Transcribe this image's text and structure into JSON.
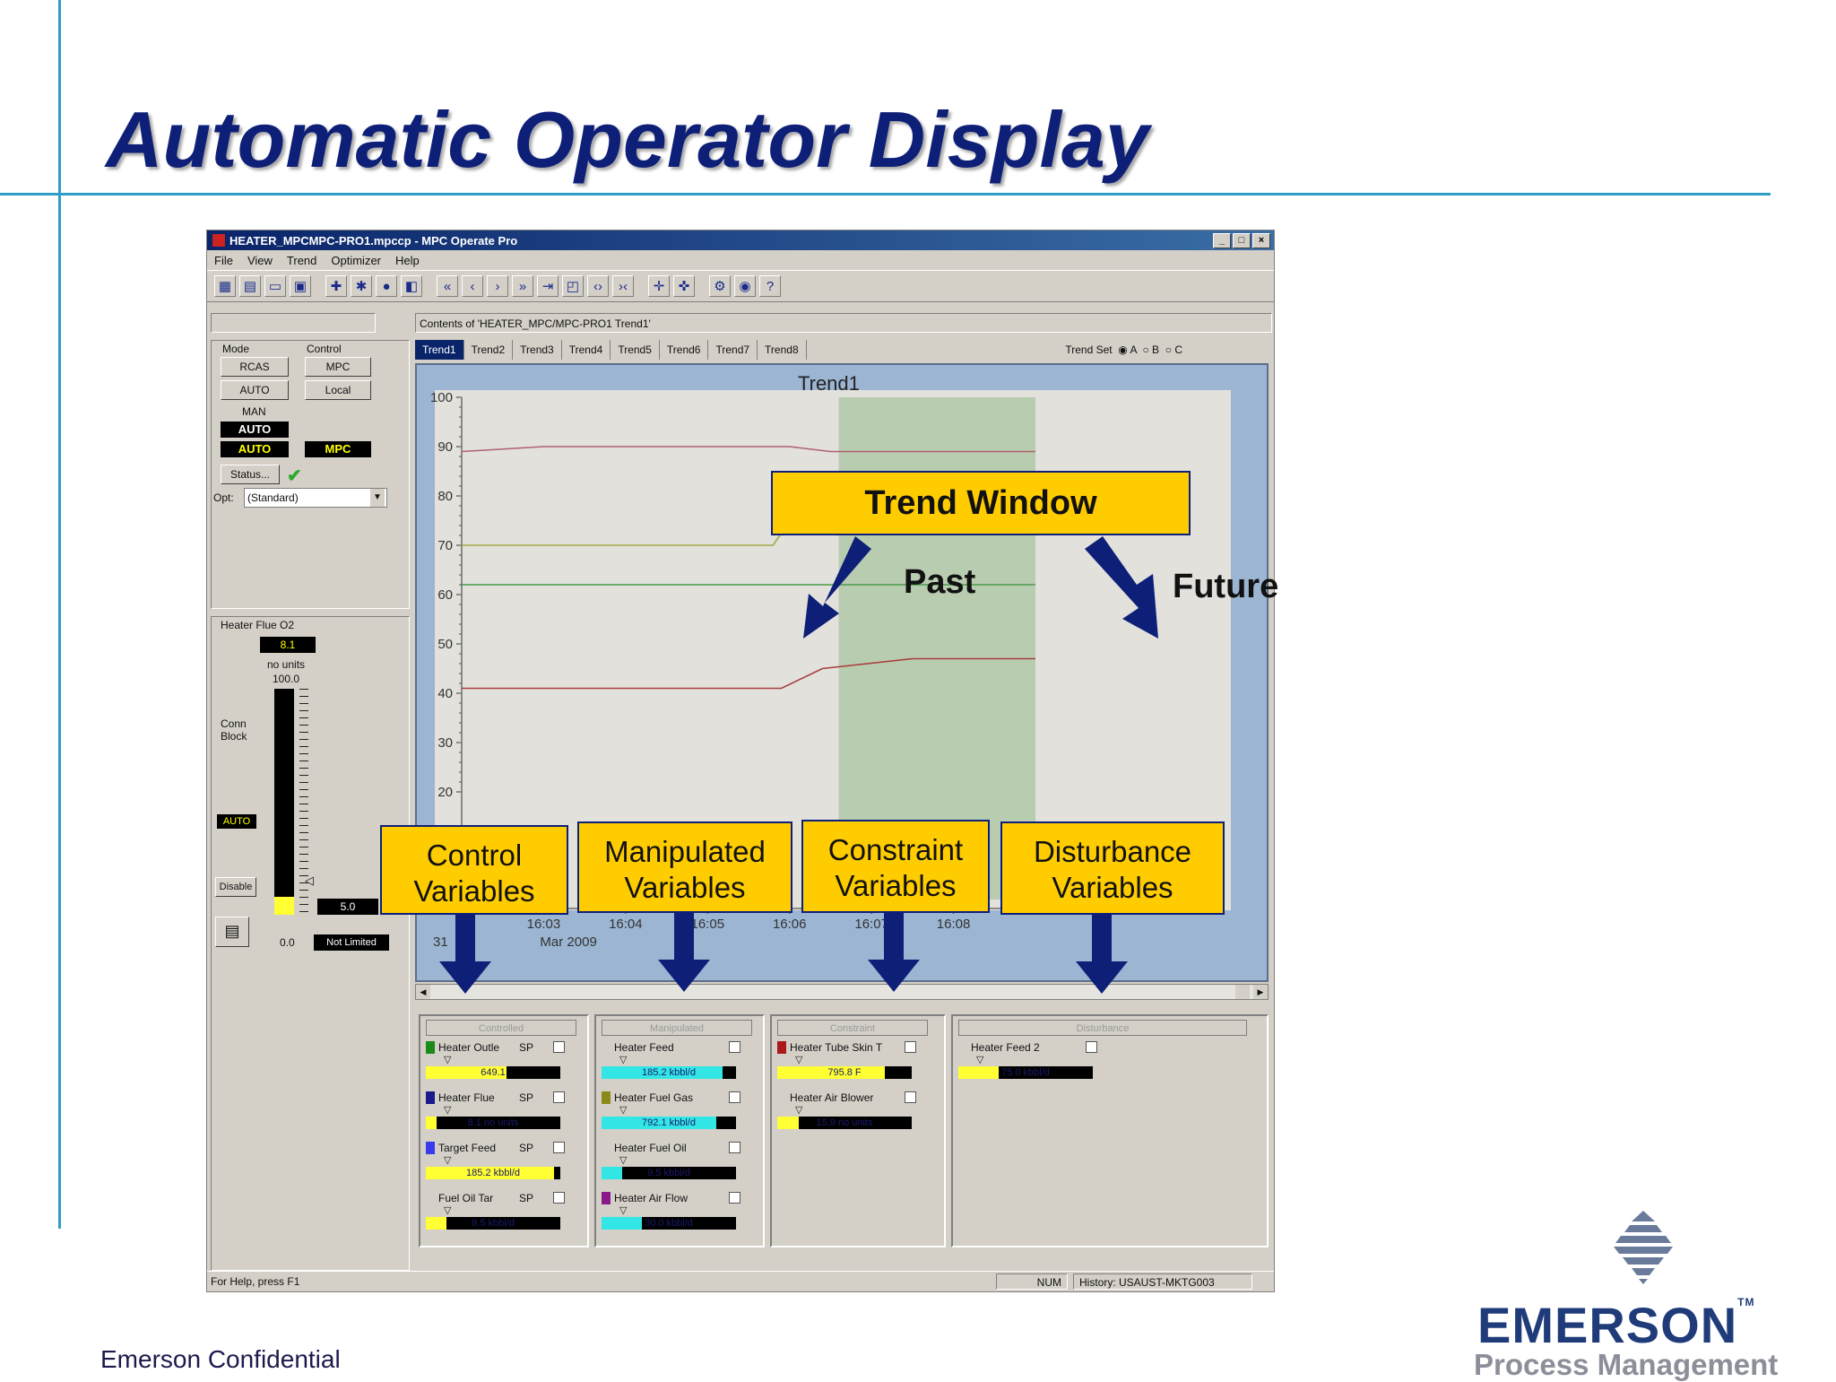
{
  "slide": {
    "title": "Automatic Operator Display",
    "footer": "Emerson Confidential",
    "logo_text": "EMERSON",
    "logo_sub": "Process Management"
  },
  "app": {
    "window_title": "HEATER_MPCMPC-PRO1.mpccp - MPC Operate Pro",
    "menu": [
      "File",
      "View",
      "Trend",
      "Optimizer",
      "Help"
    ],
    "toolbar_icons": [
      "calendar-icon",
      "open-folder-icon",
      "folder-icon",
      "save-icon",
      "tool1-icon",
      "tool2-icon",
      "tool3-icon",
      "tool4-icon",
      "rewind-start-icon",
      "step-back-icon",
      "step-forward-icon",
      "fast-forward-icon",
      "go-end-icon",
      "chart-icon",
      "zoom-in-icon",
      "zoom-out-icon",
      "cursor-icon",
      "cursor2-icon",
      "settings-icon",
      "alarm-icon",
      "help-icon"
    ],
    "contents_label": "Contents of 'HEATER_MPC/MPC-PRO1 Trend1'",
    "left": {
      "mode_label": "Mode",
      "control_label": "Control",
      "mode_buttons": [
        "RCAS",
        "AUTO"
      ],
      "man_label": "MAN",
      "mode_actual": "AUTO",
      "mode_target": "AUTO",
      "control_buttons": [
        "MPC",
        "Local"
      ],
      "control_actual": "MPC",
      "status_button": "Status...",
      "opt_label": "Opt:",
      "opt_value": "(Standard)",
      "flue_title": "Heater Flue O2",
      "flue_value": "8.1",
      "flue_units": "no units",
      "flue_top": "100.0",
      "flue_bottom": "0.0",
      "conn_block": "Conn\nBlock",
      "auto_tag": "AUTO",
      "disable_button": "Disable",
      "output_value": "5.0",
      "not_limited": "Not Limited",
      "bar_fraction": 0.081
    },
    "tabs": [
      "Trend1",
      "Trend2",
      "Trend3",
      "Trend4",
      "Trend5",
      "Trend6",
      "Trend7",
      "Trend8"
    ],
    "active_tab": 0,
    "trend_set": {
      "label": "Trend Set",
      "options": [
        "A",
        "B",
        "C"
      ],
      "selected": "A"
    },
    "status_bar": {
      "help": "For Help, press F1",
      "num": "NUM",
      "history": "History: USAUST-MKTG003"
    }
  },
  "chart_data": {
    "type": "line",
    "title": "Trend1",
    "ylim": [
      20,
      100
    ],
    "yticks": [
      100,
      90,
      80,
      70,
      60,
      50,
      40,
      30,
      20
    ],
    "x_tick_labels": [
      "16:03",
      "16:04",
      "16:05",
      "16:06",
      "16:07",
      "16:08"
    ],
    "date_label": "31 Mar 2009",
    "date_prefix": "31",
    "date_rest": "Mar 2009",
    "x_range": [
      16.02,
      16.09
    ],
    "future_start": 16.066,
    "series": [
      {
        "color": "#b06070",
        "x": [
          16.02,
          16.03,
          16.05,
          16.06,
          16.065,
          16.09
        ],
        "y": [
          89,
          90,
          90,
          90,
          89,
          89
        ]
      },
      {
        "color": "#a8a84a",
        "x": [
          16.02,
          16.055,
          16.058,
          16.06,
          16.065,
          16.09
        ],
        "y": [
          70,
          70,
          70,
          75,
          76,
          76
        ]
      },
      {
        "color": "#4a9a4a",
        "x": [
          16.02,
          16.09
        ],
        "y": [
          62,
          62
        ]
      },
      {
        "color": "#a84040",
        "x": [
          16.02,
          16.03,
          16.05,
          16.059,
          16.064,
          16.075,
          16.09
        ],
        "y": [
          41,
          41,
          41,
          41,
          45,
          47,
          47
        ]
      }
    ]
  },
  "panes": {
    "controlled": {
      "title": "Controlled",
      "items": [
        {
          "name": "Heater Outle",
          "sp": "SP",
          "value": "649.1",
          "color": "#1a8a1a",
          "fill_color": "#ffff33",
          "fraction": 0.6
        },
        {
          "name": "Heater Flue",
          "sp": "SP",
          "value": "8.1 no units",
          "color": "#1a1a8a",
          "fill_color": "#ffff33",
          "fraction": 0.08
        },
        {
          "name": "Target Feed",
          "sp": "SP",
          "value": "185.2 kbbl/d",
          "color": "#3a3aee",
          "fill_color": "#ffff33",
          "fraction": 0.95
        },
        {
          "name": "Fuel Oil Tar",
          "sp": "SP",
          "value": "9.5 kbbl/d",
          "color": "#d4d0c8",
          "fill_color": "#ffff33",
          "fraction": 0.15
        }
      ]
    },
    "manipulated": {
      "title": "Manipulated",
      "items": [
        {
          "name": "Heater Feed",
          "value": "185.2 kbbl/d",
          "color": "#d4d0c8",
          "fill_color": "#33e6e6",
          "fraction": 0.9
        },
        {
          "name": "Heater Fuel Gas",
          "value": "792.1 kbbl/d",
          "color": "#8a8a1a",
          "fill_color": "#33e6e6",
          "fraction": 0.85
        },
        {
          "name": "Heater Fuel Oil",
          "value": "9.5 kbbl/d",
          "color": "#d4d0c8",
          "fill_color": "#33e6e6",
          "fraction": 0.15
        },
        {
          "name": "Heater Air Flow",
          "value": "30.0 kbbl/d",
          "color": "#8a1a8a",
          "fill_color": "#33e6e6",
          "fraction": 0.3
        }
      ]
    },
    "constraint": {
      "title": "Constraint",
      "items": [
        {
          "name": "Heater Tube Skin T",
          "value": "795.8 F",
          "color": "#aa1a1a",
          "fill_color": "#ffff33",
          "fraction": 0.8
        },
        {
          "name": "Heater Air Blower",
          "value": "15.9 no units",
          "color": "#d4d0c8",
          "fill_color": "#ffff33",
          "fraction": 0.16
        }
      ]
    },
    "disturbance": {
      "title": "Disturbance",
      "items": [
        {
          "name": "Heater Feed 2",
          "value": "75.0 kbbl/d",
          "color": "#d4d0c8",
          "fill_color": "#ffff33",
          "fraction": 0.3
        }
      ]
    }
  },
  "callouts": {
    "trend_window": "Trend Window",
    "past": "Past",
    "future": "Future",
    "control_variables": "Control\nVariables",
    "manipulated_variables": "Manipulated\nVariables",
    "constraint_variables": "Constraint\nVariables",
    "disturbance_variables": "Disturbance\nVariables"
  }
}
